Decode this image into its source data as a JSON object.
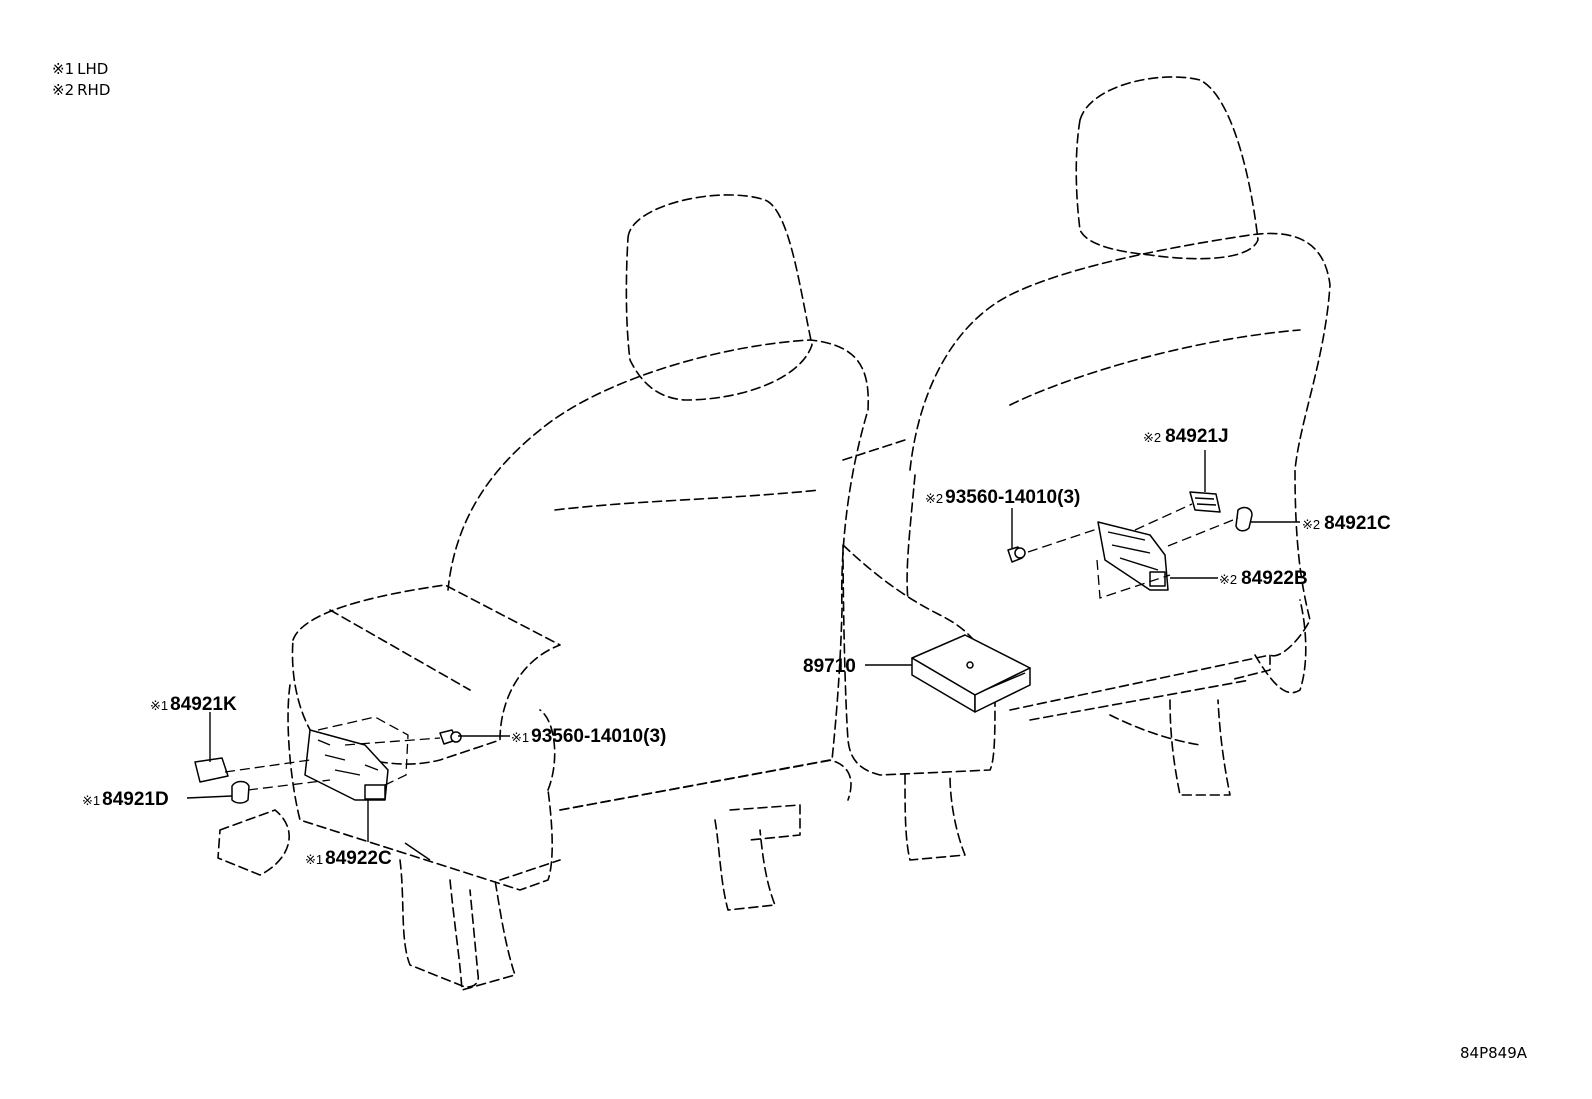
{
  "legend": [
    {
      "mark": "※1",
      "text": "LHD"
    },
    {
      "mark": "※2",
      "text": "RHD"
    }
  ],
  "parts": {
    "p84921K": {
      "mark": "※1",
      "number": "84921K"
    },
    "p84921D": {
      "mark": "※1",
      "number": "84921D"
    },
    "p84922C": {
      "mark": "※1",
      "number": "84922C"
    },
    "screw_lhd": {
      "mark": "※1",
      "number": "93560-14010(3)"
    },
    "p89710": {
      "mark": "",
      "number": "89710"
    },
    "screw_rhd": {
      "mark": "※2",
      "number": "93560-14010(3)"
    },
    "p84921J": {
      "mark": "※2",
      "number": "84921J"
    },
    "p84921C": {
      "mark": "※2",
      "number": "84921C"
    },
    "p84922B": {
      "mark": "※2",
      "number": "84922B"
    }
  },
  "illustration_code": "84P849A"
}
